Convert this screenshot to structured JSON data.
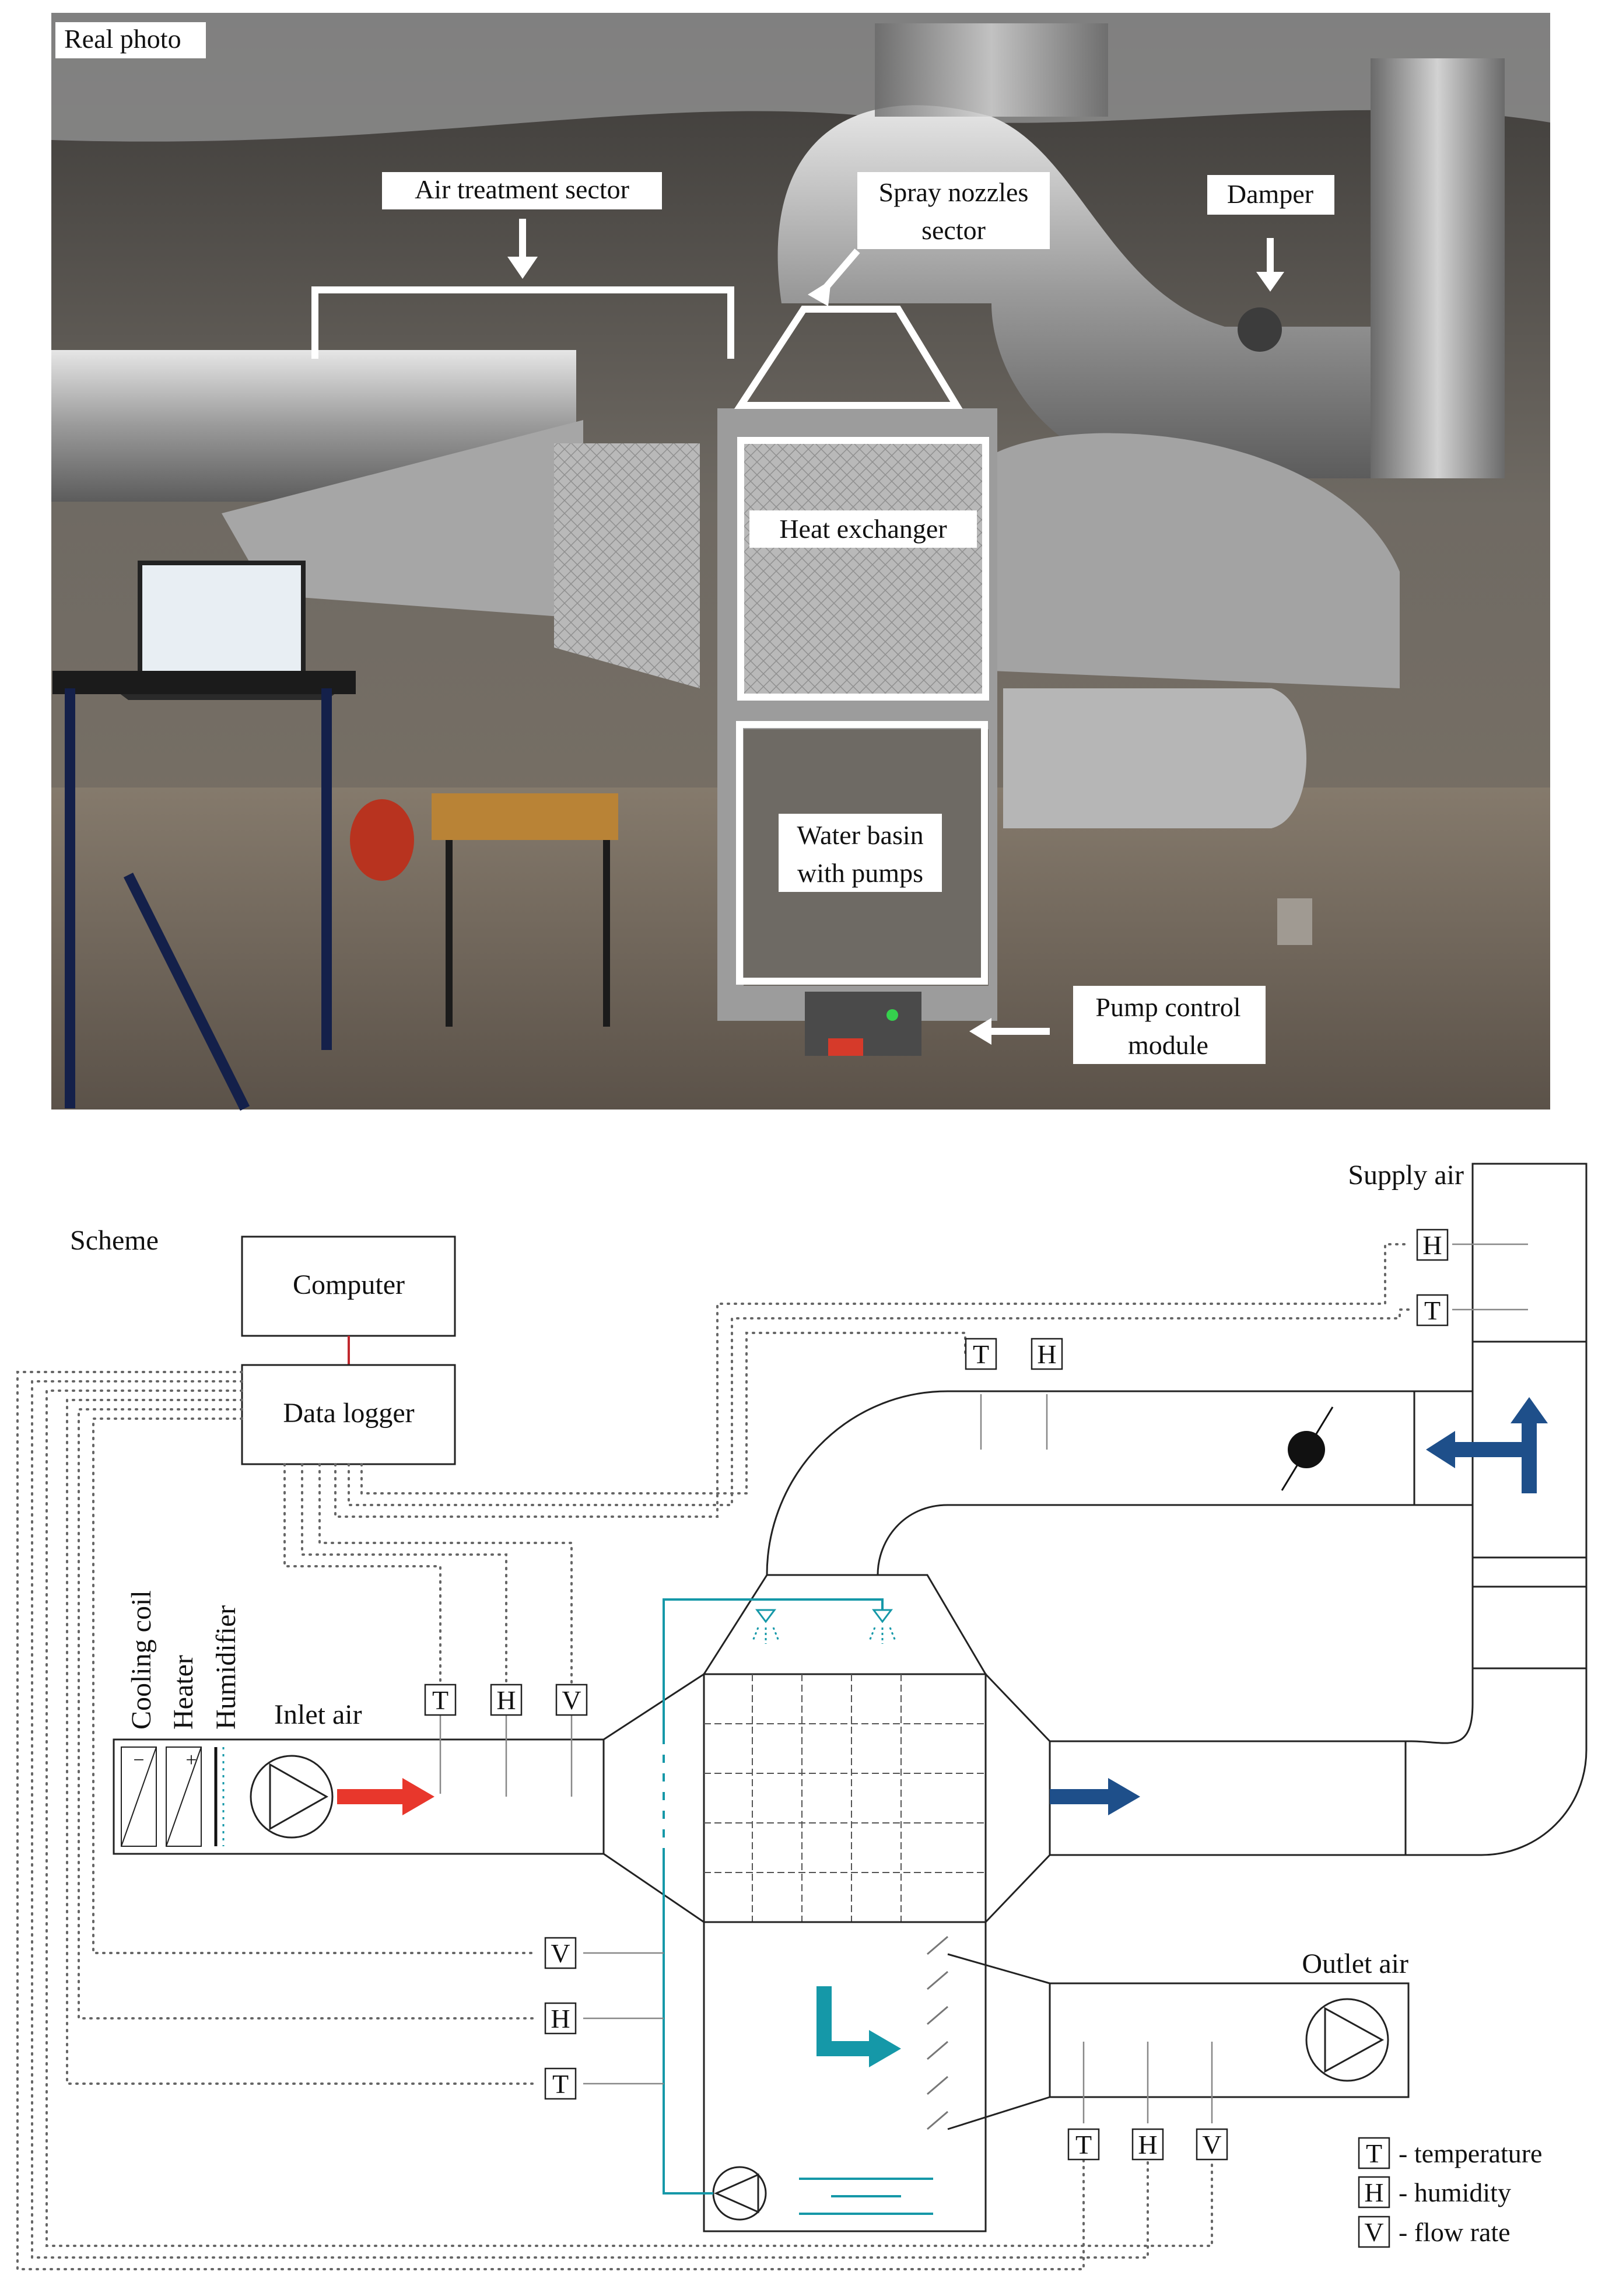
{
  "photo": {
    "corner_label": "Real photo",
    "callouts": {
      "air_treatment": "Air treatment sector",
      "spray_line1": "Spray nozzles",
      "spray_line2": "sector",
      "damper": "Damper",
      "heat_exchanger": "Heat exchanger",
      "basin_line1": "Water basin",
      "basin_line2": "with pumps",
      "pump_line1": "Pump control",
      "pump_line2": "module"
    }
  },
  "scheme": {
    "corner_label": "Scheme",
    "computer": "Computer",
    "data_logger": "Data logger",
    "supply_air": "Supply air",
    "inlet_air": "Inlet air",
    "outlet_air": "Outlet air",
    "components": {
      "cooling_coil": "Cooling coil",
      "heater": "Heater",
      "humidifier": "Humidifier"
    },
    "symbols": {
      "minus": "−",
      "plus": "+"
    },
    "sensors": {
      "T": "T",
      "H": "H",
      "V": "V"
    },
    "legend": [
      {
        "symbol": "T",
        "text": "- temperature"
      },
      {
        "symbol": "H",
        "text": "- humidity"
      },
      {
        "symbol": "V",
        "text": "- flow rate"
      }
    ],
    "colors": {
      "inlet_arrow": "#e8372c",
      "exhaust_arrow": "#1e4f8a",
      "water": "#1598a8",
      "logger_link": "#c0282d"
    }
  }
}
